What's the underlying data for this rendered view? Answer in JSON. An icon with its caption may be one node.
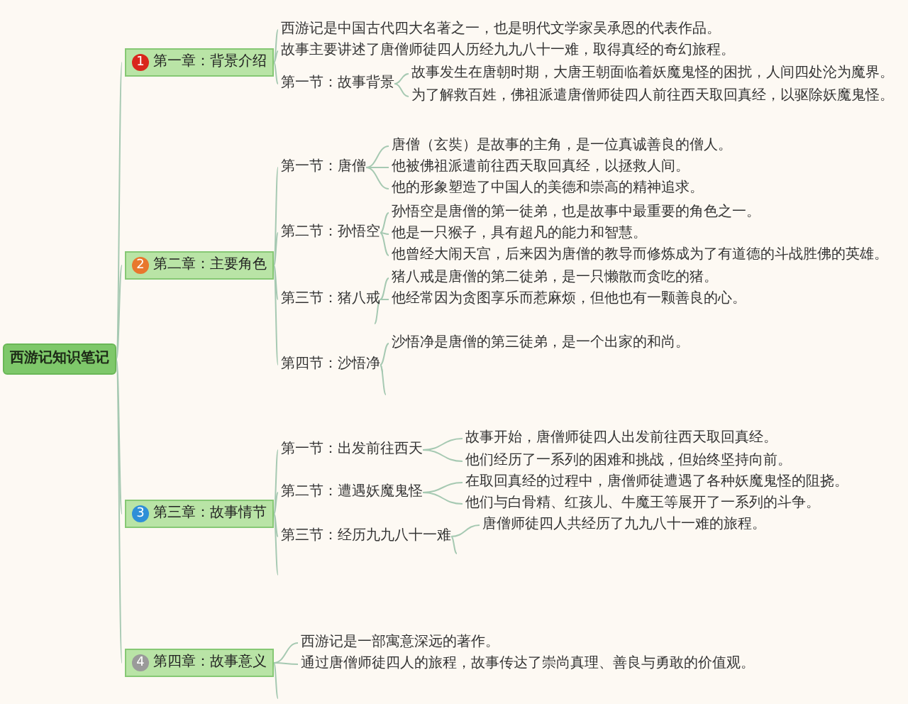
{
  "diagram": {
    "nodes": [
      {
        "text": [
          "西游记知识笔记"
        ]
      },
      {
        "text": [
          "1",
          "第一章：背景介绍"
        ]
      },
      {
        "text": [
          "西游记是中国古代四大名著之一，也是明代文学家吴承恩的代表作品。"
        ]
      },
      {
        "text": [
          "故事主要讲述了唐僧师徒四人历经九九八十一难，取得真经的奇幻旅程。"
        ]
      },
      {
        "text": [
          "第一节：故事背景"
        ]
      },
      {
        "text": [
          "故事发生在唐朝时期，大唐王朝面临着妖魔鬼怪的困扰，人间四处沦为魔界。"
        ]
      },
      {
        "text": [
          "为了解救百姓，佛祖派遣唐僧师徒四人前往西天取回真经，以驱除妖魔鬼怪。"
        ]
      },
      {
        "text": [
          "2",
          "第二章：主要角色"
        ]
      },
      {
        "text": [
          "第一节：唐僧"
        ]
      },
      {
        "text": [
          "唐僧（玄奘）是故事的主角，是一位真诚善良的僧人。"
        ]
      },
      {
        "text": [
          "他被佛祖派遣前往西天取回真经，以拯救人间。"
        ]
      },
      {
        "text": [
          "他的形象塑造了中国人的美德和崇高的精神追求。"
        ]
      },
      {
        "text": [
          "第二节：孙悟空"
        ]
      },
      {
        "text": [
          "孙悟空是唐僧的第一徒弟，也是故事中最重要的角色之一。"
        ]
      },
      {
        "text": [
          "他是一只猴子，具有超凡的能力和智慧。"
        ]
      },
      {
        "text": [
          "他曾经大闹天宫，后来因为唐僧的教导而修炼成为了有道德的斗战胜佛的英雄。"
        ]
      },
      {
        "text": [
          "第三节：猪八戒"
        ]
      },
      {
        "text": [
          "猪八戒是唐僧的第二徒弟，是一只懒散而贪吃的猪。"
        ]
      },
      {
        "text": [
          "他经常因为贪图享乐而惹麻烦，但他也有一颗善良的心。"
        ]
      },
      {
        "text": [
          "第四节：沙悟净"
        ]
      },
      {
        "text": [
          "沙悟净是唐僧的第三徒弟，是一个出家的和尚。"
        ]
      },
      {
        "text": [
          "3",
          "第三章：故事情节"
        ]
      },
      {
        "text": [
          "第一节：出发前往西天"
        ]
      },
      {
        "text": [
          "故事开始，唐僧师徒四人出发前往西天取回真经。"
        ]
      },
      {
        "text": [
          "他们经历了一系列的困难和挑战，但始终坚持向前。"
        ]
      },
      {
        "text": [
          "第二节：遭遇妖魔鬼怪"
        ]
      },
      {
        "text": [
          "在取回真经的过程中，唐僧师徒遭遇了各种妖魔鬼怪的阻挠。"
        ]
      },
      {
        "text": [
          "他们与白骨精、红孩儿、牛魔王等展开了一系列的斗争。"
        ]
      },
      {
        "text": [
          "第三节：经历九九八十一难"
        ]
      },
      {
        "text": [
          "唐僧师徒四人共经历了九九八十一难的旅程。"
        ]
      },
      {
        "text": [
          "4",
          "第四章：故事意义"
        ]
      },
      {
        "text": [
          "西游记是一部寓意深远的著作。"
        ]
      },
      {
        "text": [
          "通过唐僧师徒四人的旅程，故事传达了崇尚真理、善良与勇敢的价值观。"
        ]
      }
    ],
    "edges": [
      {
        "from": 0,
        "to": 1,
        "arrow": "none"
      },
      {
        "from": 0,
        "to": 7,
        "arrow": "none"
      },
      {
        "from": 0,
        "to": 21,
        "arrow": "none"
      },
      {
        "from": 0,
        "to": 30,
        "arrow": "none"
      },
      {
        "from": 1,
        "to": 2,
        "arrow": "none"
      },
      {
        "from": 1,
        "to": 3,
        "arrow": "none"
      },
      {
        "from": 1,
        "to": 4,
        "arrow": "none"
      },
      {
        "from": 4,
        "to": 5,
        "arrow": "none"
      },
      {
        "from": 4,
        "to": 6,
        "arrow": "none"
      },
      {
        "from": 7,
        "to": 8,
        "arrow": "none"
      },
      {
        "from": 7,
        "to": 12,
        "arrow": "none"
      },
      {
        "from": 7,
        "to": 16,
        "arrow": "none"
      },
      {
        "from": 7,
        "to": 19,
        "arrow": "none"
      },
      {
        "from": 8,
        "to": 9,
        "arrow": "none"
      },
      {
        "from": 8,
        "to": 10,
        "arrow": "none"
      },
      {
        "from": 8,
        "to": 11,
        "arrow": "none"
      },
      {
        "from": 12,
        "to": 13,
        "arrow": "none"
      },
      {
        "from": 12,
        "to": 14,
        "arrow": "none"
      },
      {
        "from": 12,
        "to": 15,
        "arrow": "none"
      },
      {
        "from": 16,
        "to": 17,
        "arrow": "none"
      },
      {
        "from": 16,
        "to": 18,
        "arrow": "none"
      },
      {
        "from": 16,
        "to": null,
        "arrow": "none"
      },
      {
        "from": 19,
        "to": 20,
        "arrow": "none"
      },
      {
        "from": 19,
        "to": null,
        "arrow": "none"
      },
      {
        "from": 19,
        "to": null,
        "arrow": "none"
      },
      {
        "from": 21,
        "to": 22,
        "arrow": "none"
      },
      {
        "from": 21,
        "to": 25,
        "arrow": "none"
      },
      {
        "from": 21,
        "to": 28,
        "arrow": "none"
      },
      {
        "from": 21,
        "to": null,
        "arrow": "none"
      },
      {
        "from": 22,
        "to": 23,
        "arrow": "none"
      },
      {
        "from": 22,
        "to": 24,
        "arrow": "none"
      },
      {
        "from": 25,
        "to": 26,
        "arrow": "none"
      },
      {
        "from": 25,
        "to": 27,
        "arrow": "none"
      },
      {
        "from": 28,
        "to": 29,
        "arrow": "none"
      },
      {
        "from": 28,
        "to": null,
        "arrow": "none"
      },
      {
        "from": 30,
        "to": 31,
        "arrow": "none"
      },
      {
        "from": 30,
        "to": 32,
        "arrow": "none"
      },
      {
        "from": 30,
        "to": null,
        "arrow": "none"
      }
    ]
  }
}
